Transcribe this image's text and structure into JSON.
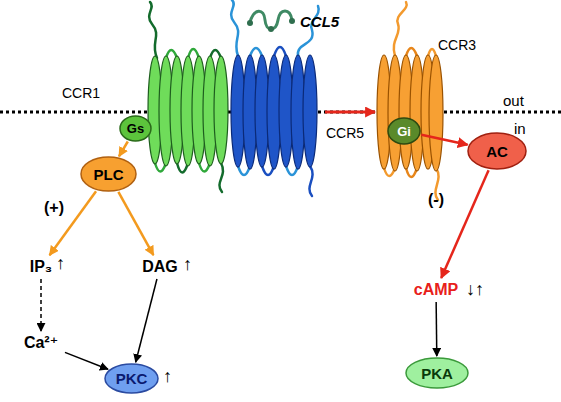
{
  "diagram": {
    "title": "CCL5",
    "nodes": [
      {
        "text": [
          "CCR1"
        ]
      },
      {
        "text": [
          "CCR5"
        ]
      },
      {
        "text": [
          "CCR3"
        ]
      },
      {
        "text": [
          "Gs"
        ]
      },
      {
        "text": [
          "Gi"
        ]
      },
      {
        "text": [
          "PLC"
        ]
      },
      {
        "text": [
          "AC"
        ]
      },
      {
        "text": [
          "IP₃"
        ]
      },
      {
        "text": [
          "DAG"
        ]
      },
      {
        "text": [
          "cAMP"
        ]
      },
      {
        "text": [
          "Ca²⁺"
        ]
      },
      {
        "text": [
          "PKC"
        ]
      },
      {
        "text": [
          "PKA"
        ]
      }
    ],
    "edges": [
      {
        "from": 1,
        "to": 2,
        "arrow": "to"
      },
      {
        "from": 3,
        "to": 5,
        "arrow": "to"
      },
      {
        "from": 4,
        "to": 6,
        "arrow": "to"
      },
      {
        "from": 5,
        "to": 7,
        "arrow": "to"
      },
      {
        "from": 5,
        "to": 8,
        "arrow": "to"
      },
      {
        "from": 6,
        "to": 9,
        "arrow": "to"
      },
      {
        "from": 7,
        "to": 10,
        "arrow": "to"
      },
      {
        "from": 8,
        "to": 11,
        "arrow": "to"
      },
      {
        "from": 10,
        "to": 11,
        "arrow": "to"
      },
      {
        "from": 9,
        "to": 12,
        "arrow": "to"
      }
    ],
    "labels": [
      "out",
      "in",
      "(+)",
      "(-)",
      "↑",
      "↑",
      "↑",
      "↓↑"
    ]
  }
}
